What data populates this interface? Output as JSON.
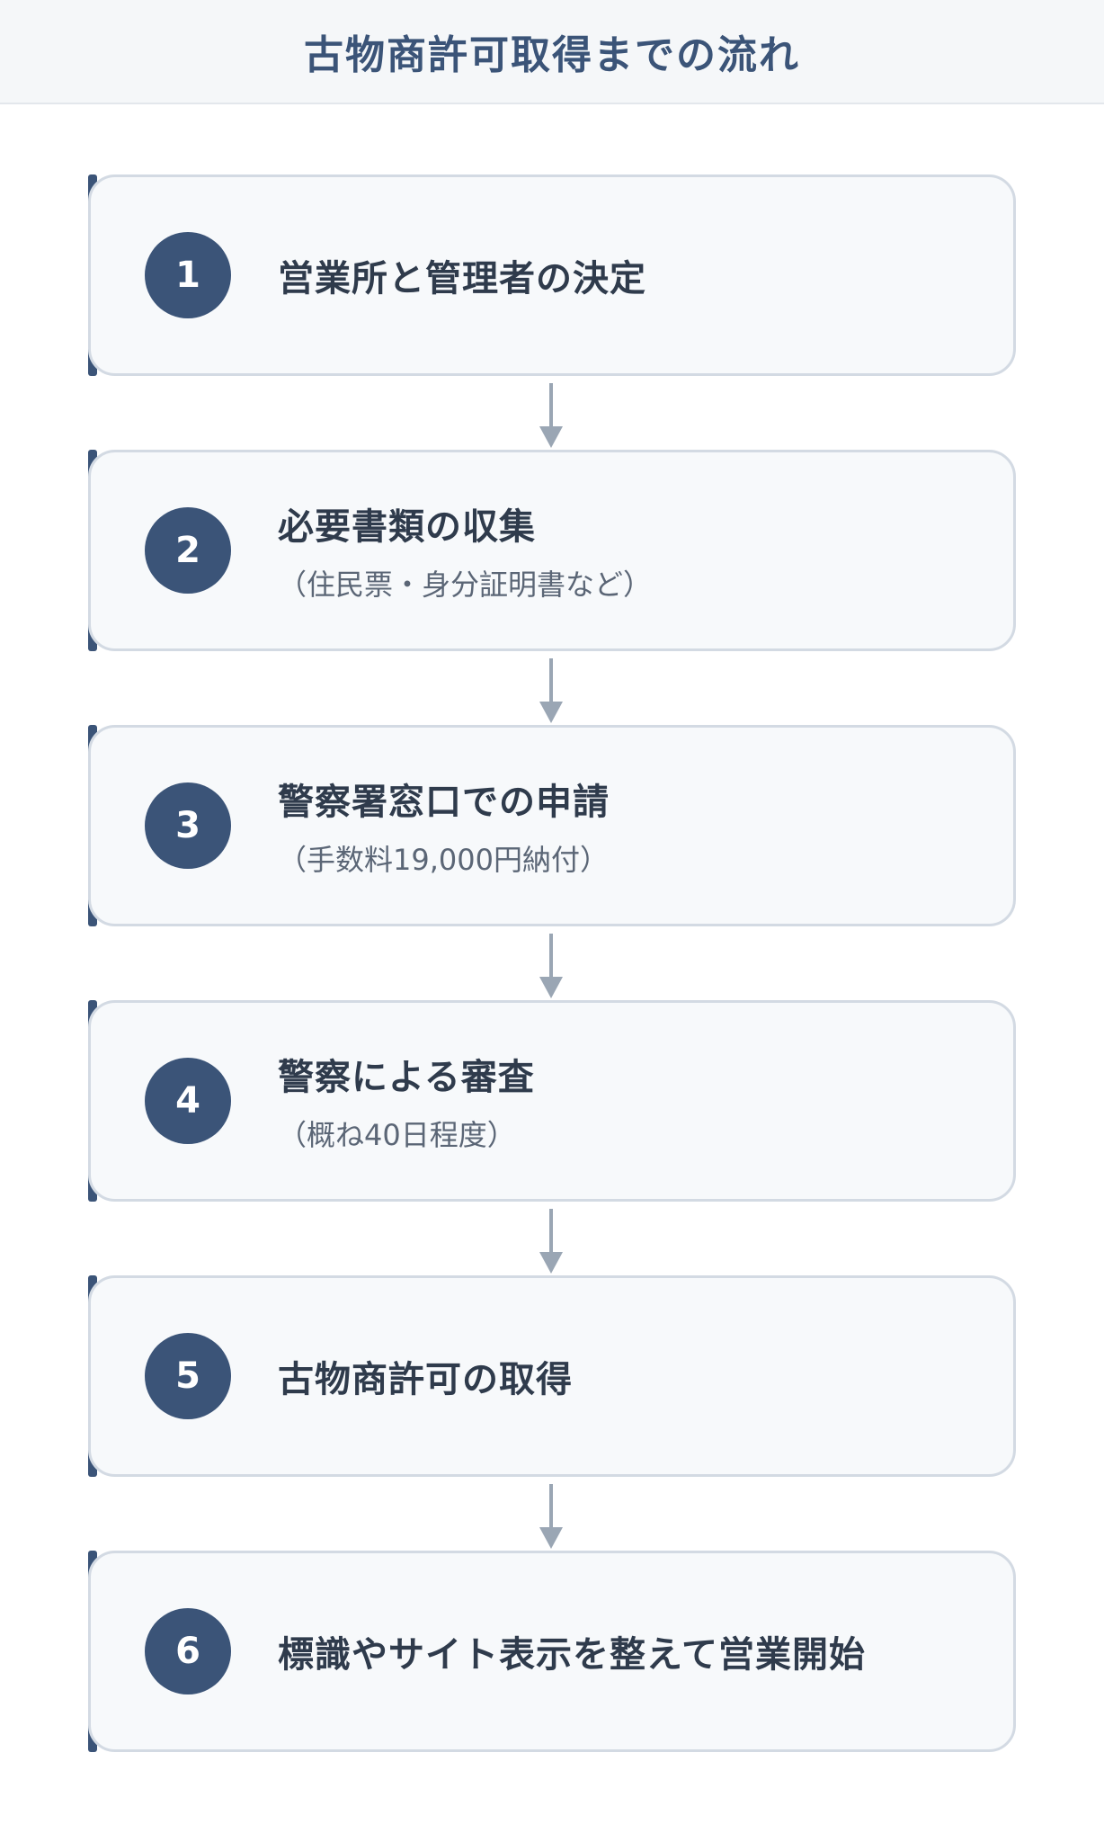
{
  "header": {
    "title": "古物商許可取得までの流れ"
  },
  "steps": [
    {
      "number": "1",
      "title": "営業所と管理者の決定",
      "sub": ""
    },
    {
      "number": "2",
      "title": "必要書類の収集",
      "sub": "（住民票・身分証明書など）"
    },
    {
      "number": "3",
      "title": "警察署窓口での申請",
      "sub": "（手数料19,000円納付）"
    },
    {
      "number": "4",
      "title": "警察による審査",
      "sub": "（概ね40日程度）"
    },
    {
      "number": "5",
      "title": "古物商許可の取得",
      "sub": ""
    },
    {
      "number": "6",
      "title": "標識やサイト表示を整えて営業開始",
      "sub": ""
    }
  ],
  "colors": {
    "accent": "#3b5478",
    "card_bg": "#f7f9fb",
    "card_border": "#d3dae3",
    "arrow": "#9aa6b4",
    "title_text": "#2f3b4c",
    "sub_text": "#5b6676"
  }
}
